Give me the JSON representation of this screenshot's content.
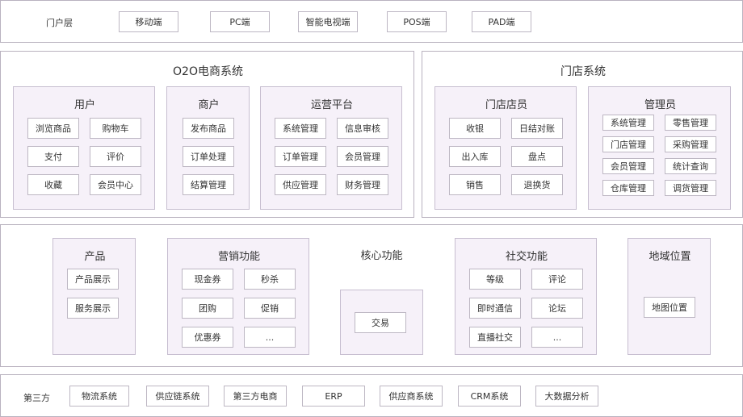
{
  "portal": {
    "label": "门户层",
    "items": [
      "移动端",
      "PC端",
      "智能电视端",
      "POS端",
      "PAD端"
    ]
  },
  "o2o": {
    "title": "O2O电商系统",
    "user": {
      "title": "用户",
      "items": [
        "浏览商品",
        "购物车",
        "支付",
        "评价",
        "收藏",
        "会员中心"
      ]
    },
    "merchant": {
      "title": "商户",
      "items": [
        "发布商品",
        "订单处理",
        "结算管理"
      ]
    },
    "ops": {
      "title": "运营平台",
      "items": [
        "系统管理",
        "信息审核",
        "订单管理",
        "会员管理",
        "供应管理",
        "财务管理"
      ]
    }
  },
  "store": {
    "title": "门店系统",
    "clerk": {
      "title": "门店店员",
      "items": [
        "收银",
        "日结对账",
        "出入库",
        "盘点",
        "销售",
        "退换货"
      ]
    },
    "admin": {
      "title": "管理员",
      "items": [
        "系统管理",
        "零售管理",
        "门店管理",
        "采购管理",
        "会员管理",
        "统计查询",
        "仓库管理",
        "调货管理"
      ]
    }
  },
  "core": {
    "product": {
      "title": "产品",
      "items": [
        "产品展示",
        "服务展示"
      ]
    },
    "marketing": {
      "title": "营销功能",
      "items": [
        "现金券",
        "秒杀",
        "团购",
        "促销",
        "优惠券",
        "..."
      ]
    },
    "core_func": {
      "title": "核心功能",
      "items": [
        "交易"
      ]
    },
    "social": {
      "title": "社交功能",
      "items": [
        "等级",
        "评论",
        "即时通信",
        "论坛",
        "直播社交",
        "..."
      ]
    },
    "location": {
      "title": "地域位置",
      "items": [
        "地图位置"
      ]
    }
  },
  "third_party": {
    "label": "第三方",
    "items": [
      "物流系统",
      "供应链系统",
      "第三方电商",
      "ERP",
      "供应商系统",
      "CRM系统",
      "大数据分析"
    ]
  }
}
